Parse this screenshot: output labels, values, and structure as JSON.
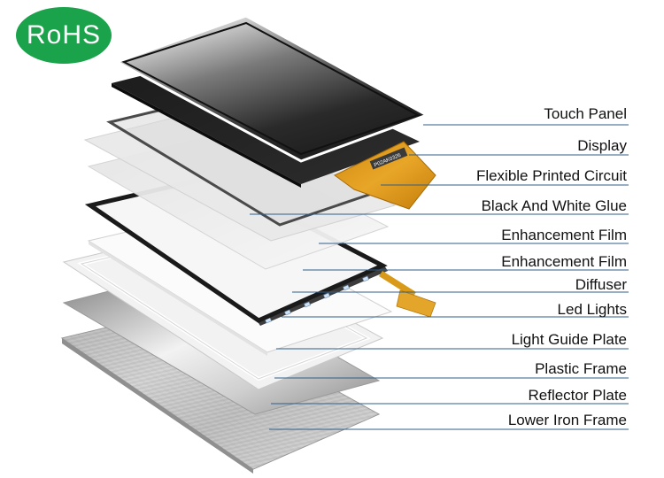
{
  "badge": {
    "text": "RoHS",
    "color": "#1aa34a"
  },
  "fpc_marking": "P02AK0326",
  "leader_color": "#2f5e8a",
  "layers": [
    "Touch Panel",
    "Display",
    "Flexible Printed Circuit",
    "Black And White Glue",
    "Enhancement Film",
    "Enhancement Film",
    "Diffuser",
    "Led Lights",
    "Light Guide Plate",
    "Plastic Frame",
    "Reflector Plate",
    "Lower Iron Frame"
  ]
}
